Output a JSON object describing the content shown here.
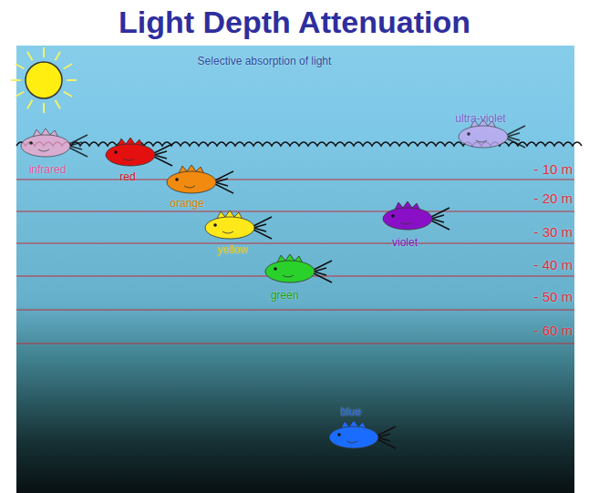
{
  "diagram": {
    "title": "Light Depth Attenuation",
    "labels": [
      "Selective absorption of light",
      "infrared",
      "red",
      "orange",
      "yellow",
      "green",
      "violet",
      "ultra-violet",
      "blue",
      "- 10 m",
      "- 20 m",
      "- 30 m",
      "- 40 m",
      "- 50 m",
      "- 60 m"
    ]
  }
}
